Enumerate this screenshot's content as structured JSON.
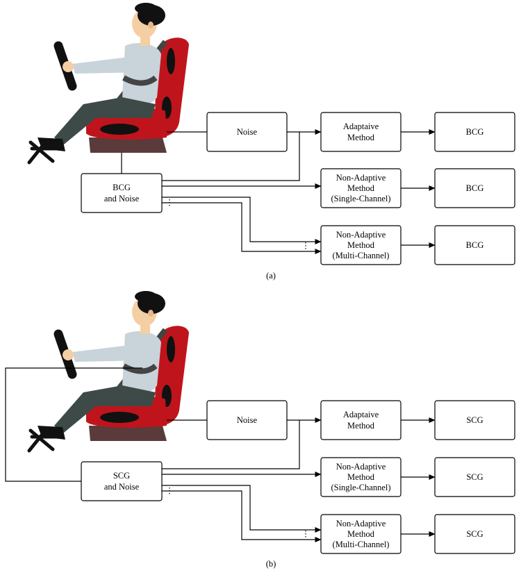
{
  "panel_a": {
    "noise": "Noise",
    "source": [
      "BCG",
      "and Noise"
    ],
    "adaptive": [
      "Adaptaive",
      "Method"
    ],
    "single": [
      "Non-Adaptive",
      "Method",
      "(Single-Channel)"
    ],
    "multi": [
      "Non-Adaptive",
      "Method",
      "(Multi-Channel)"
    ],
    "out1": "BCG",
    "out2": "BCG",
    "out3": "BCG",
    "caption": "(a)"
  },
  "panel_b": {
    "noise": "Noise",
    "source": [
      "SCG",
      "and Noise"
    ],
    "adaptive": [
      "Adaptaive",
      "Method"
    ],
    "single": [
      "Non-Adaptive",
      "Method",
      "(Single-Channel)"
    ],
    "multi": [
      "Non-Adaptive",
      "Method",
      "(Multi-Channel)"
    ],
    "out1": "SCG",
    "out2": "SCG",
    "out3": "SCG",
    "caption": "(b)"
  },
  "colors": {
    "seat": "#c0141c",
    "seat_dark": "#8e0d14",
    "seat_base": "#5a3a3a",
    "shirt": "#c8d3da",
    "trousers": "#3d4a48",
    "skin": "#f4cfa3",
    "hair": "#111111",
    "belt": "#444444"
  }
}
